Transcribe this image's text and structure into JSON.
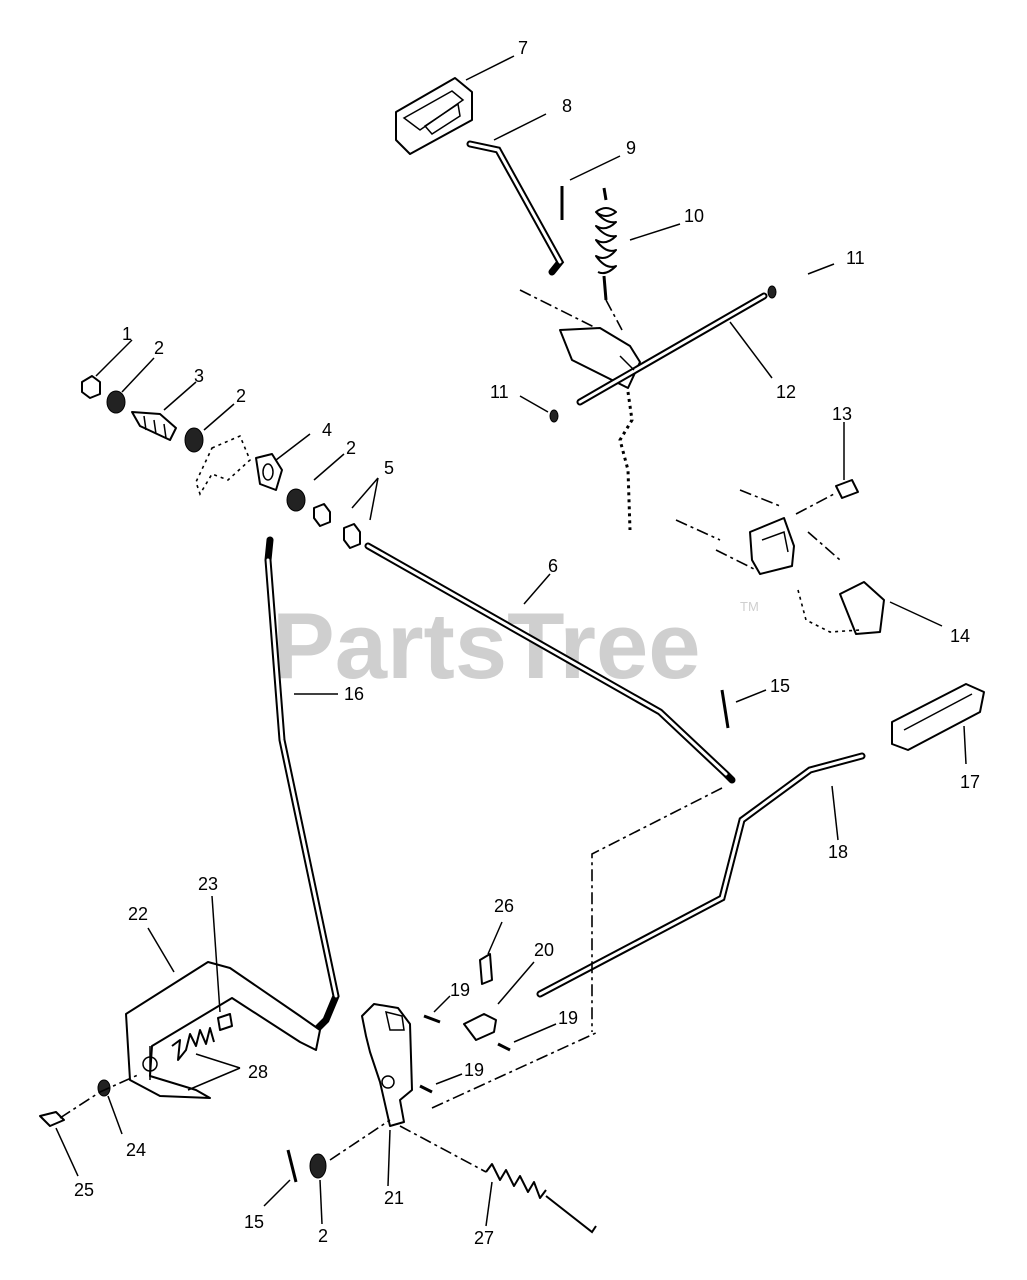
{
  "watermark": {
    "text": "PartsTree",
    "tm": "TM"
  },
  "callouts": [
    {
      "id": "c7",
      "text": "7"
    },
    {
      "id": "c8",
      "text": "8"
    },
    {
      "id": "c9",
      "text": "9"
    },
    {
      "id": "c10",
      "text": "10"
    },
    {
      "id": "c11a",
      "text": "11"
    },
    {
      "id": "c11b",
      "text": "11"
    },
    {
      "id": "c12",
      "text": "12"
    },
    {
      "id": "c13",
      "text": "13"
    },
    {
      "id": "c14",
      "text": "14"
    },
    {
      "id": "c1",
      "text": "1"
    },
    {
      "id": "c2a",
      "text": "2"
    },
    {
      "id": "c3",
      "text": "3"
    },
    {
      "id": "c2b",
      "text": "2"
    },
    {
      "id": "c4",
      "text": "4"
    },
    {
      "id": "c2c",
      "text": "2"
    },
    {
      "id": "c5",
      "text": "5"
    },
    {
      "id": "c6",
      "text": "6"
    },
    {
      "id": "c16",
      "text": "16"
    },
    {
      "id": "c15a",
      "text": "15"
    },
    {
      "id": "c17",
      "text": "17"
    },
    {
      "id": "c18",
      "text": "18"
    },
    {
      "id": "c26",
      "text": "26"
    },
    {
      "id": "c20",
      "text": "20"
    },
    {
      "id": "c19a",
      "text": "19"
    },
    {
      "id": "c19b",
      "text": "19"
    },
    {
      "id": "c19c",
      "text": "19"
    },
    {
      "id": "c23",
      "text": "23"
    },
    {
      "id": "c22",
      "text": "22"
    },
    {
      "id": "c28",
      "text": "28"
    },
    {
      "id": "c24",
      "text": "24"
    },
    {
      "id": "c25",
      "text": "25"
    },
    {
      "id": "c15b",
      "text": "15"
    },
    {
      "id": "c2d",
      "text": "2"
    },
    {
      "id": "c21",
      "text": "21"
    },
    {
      "id": "c27",
      "text": "27"
    }
  ]
}
